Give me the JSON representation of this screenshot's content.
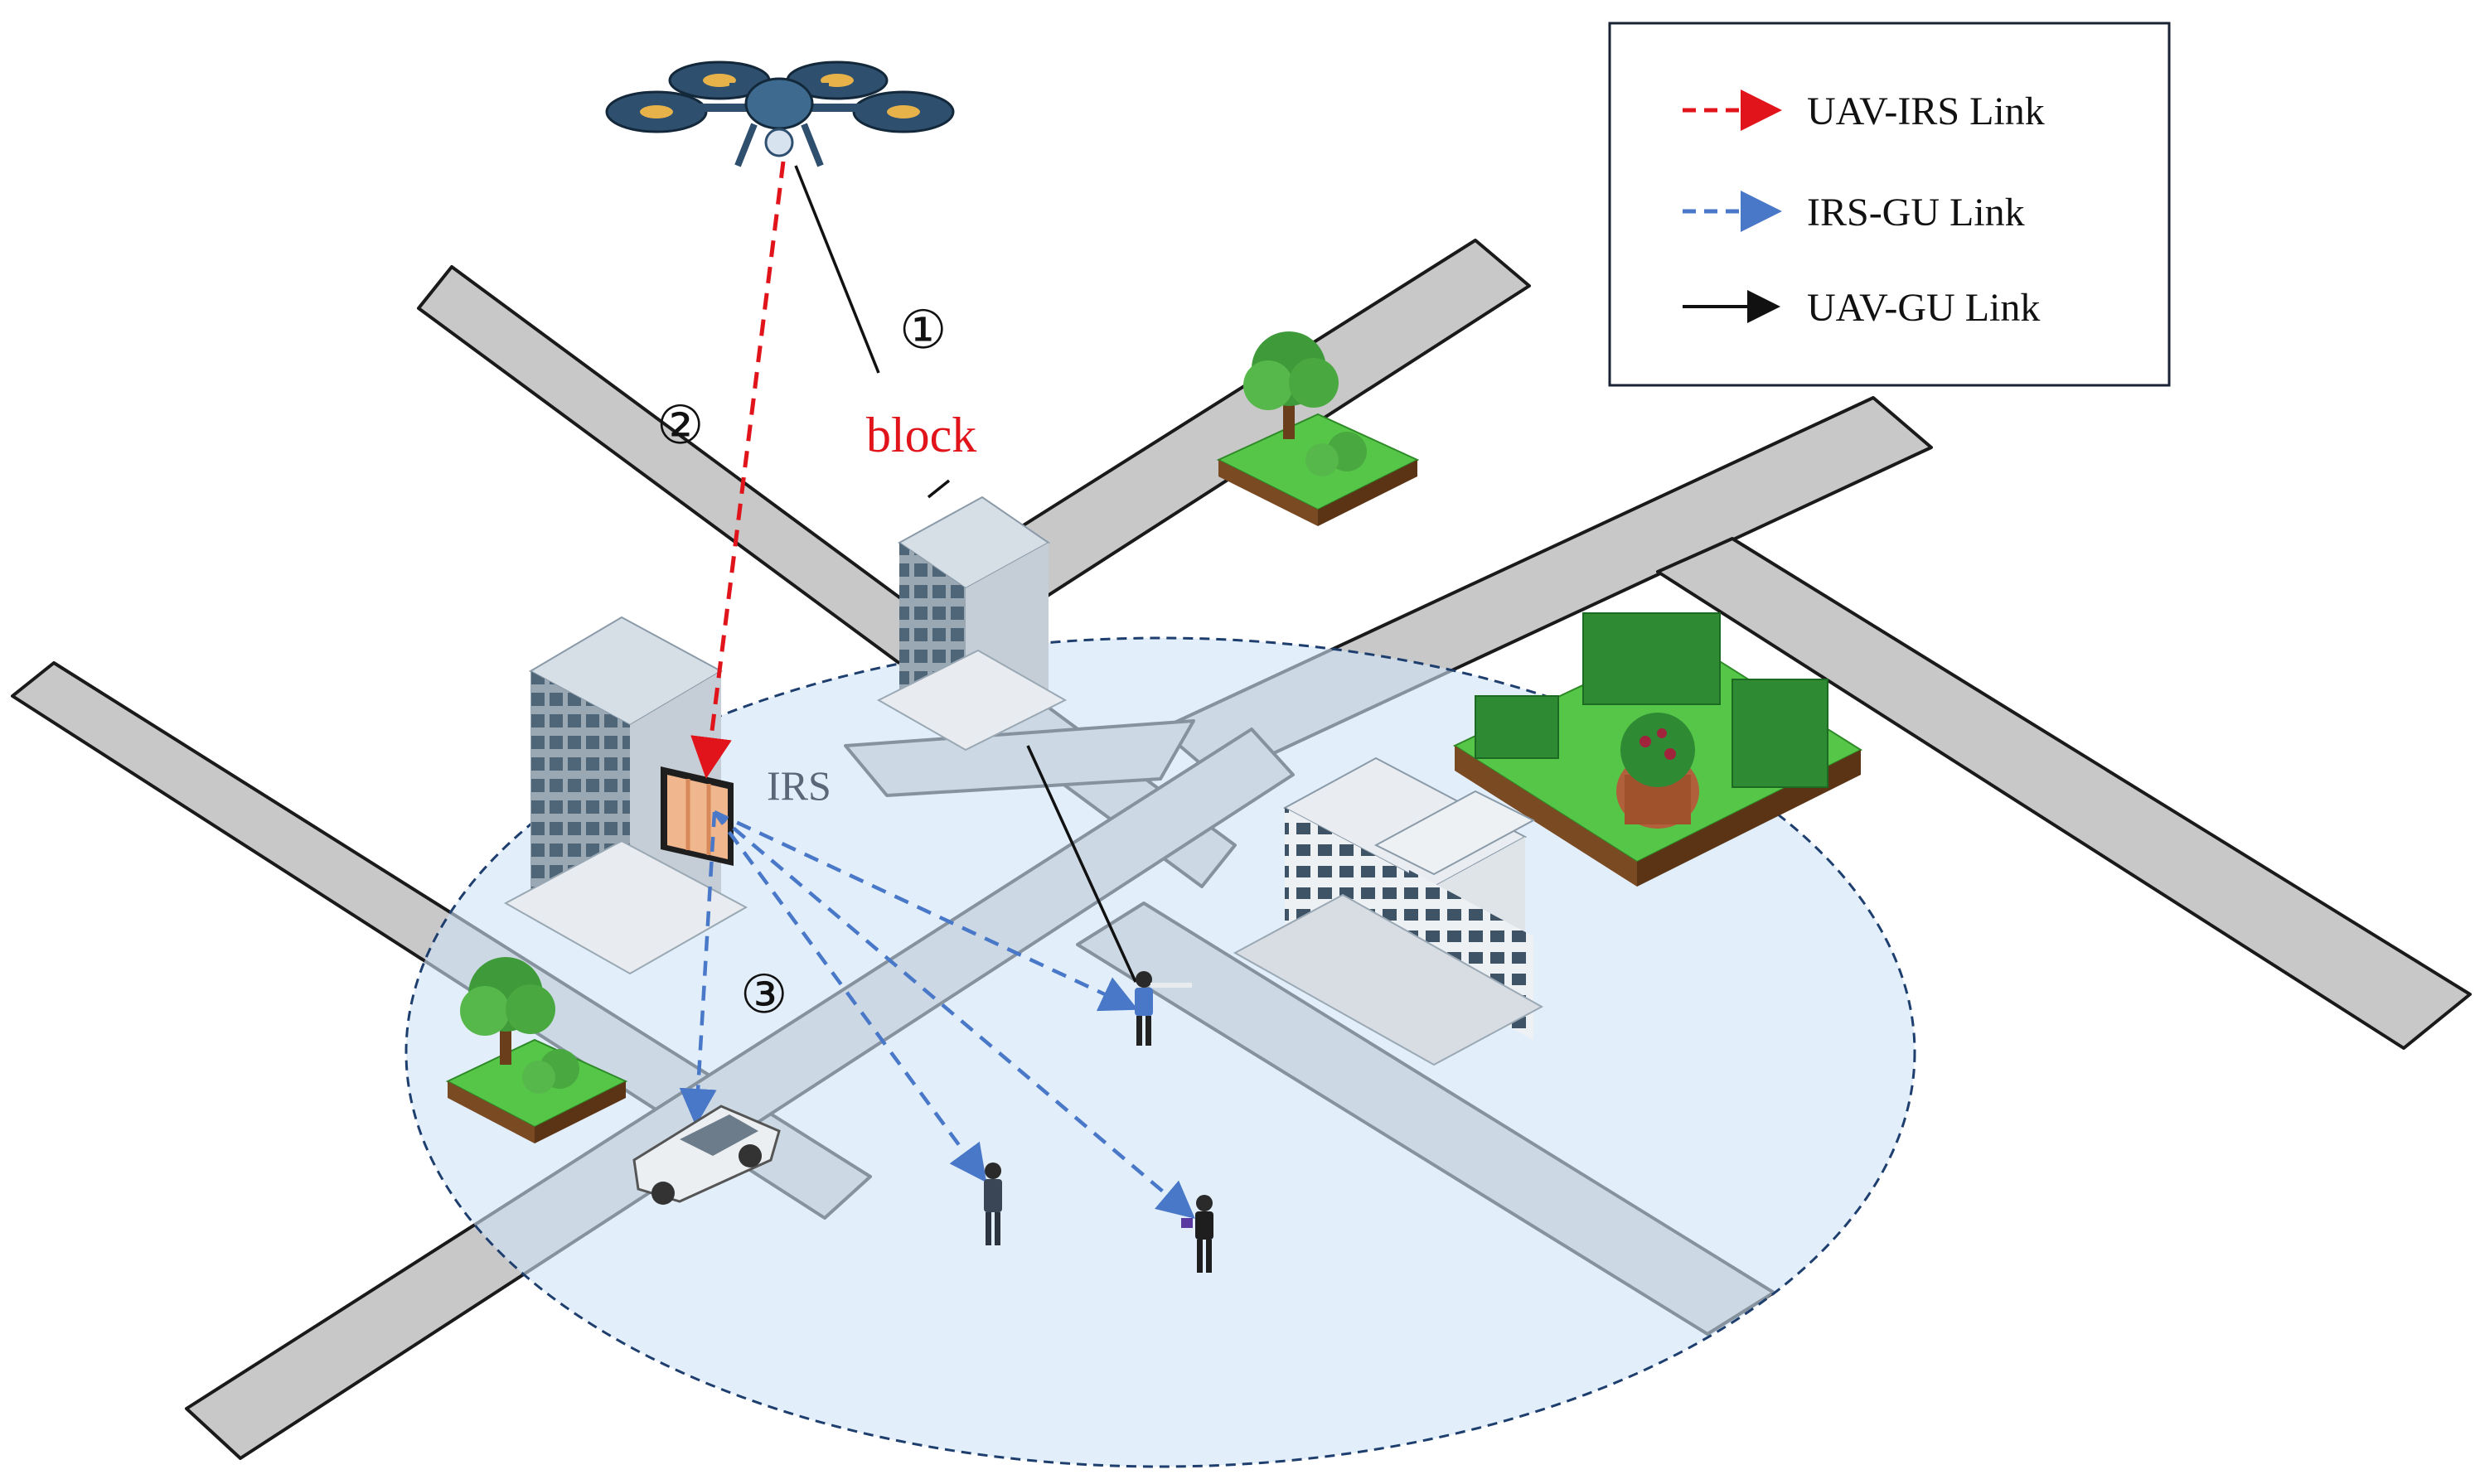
{
  "labels": {
    "block": "block",
    "irs": "IRS",
    "step1": "①",
    "step2": "②",
    "step3": "③"
  },
  "legend": {
    "items": [
      {
        "label": "UAV-IRS Link",
        "color": "#e0141a",
        "style": "dashed"
      },
      {
        "label": "IRS-GU Link",
        "color": "#4a78c8",
        "style": "dashed"
      },
      {
        "label": "UAV-GU Link",
        "color": "#111111",
        "style": "solid"
      }
    ]
  },
  "colors": {
    "road": "#c8c8c8",
    "coverage": "#cfe4f8",
    "grass": "#56c648",
    "soil": "#7a4a22",
    "building": "#9aa8b4",
    "irs_panel": "#f0b68e",
    "drone": "#2e4f6e"
  },
  "icons": [
    "drone-icon",
    "tower-building-icon",
    "office-building-icon",
    "tree-icon",
    "hedge-garden-icon",
    "car-icon",
    "person-icon"
  ]
}
